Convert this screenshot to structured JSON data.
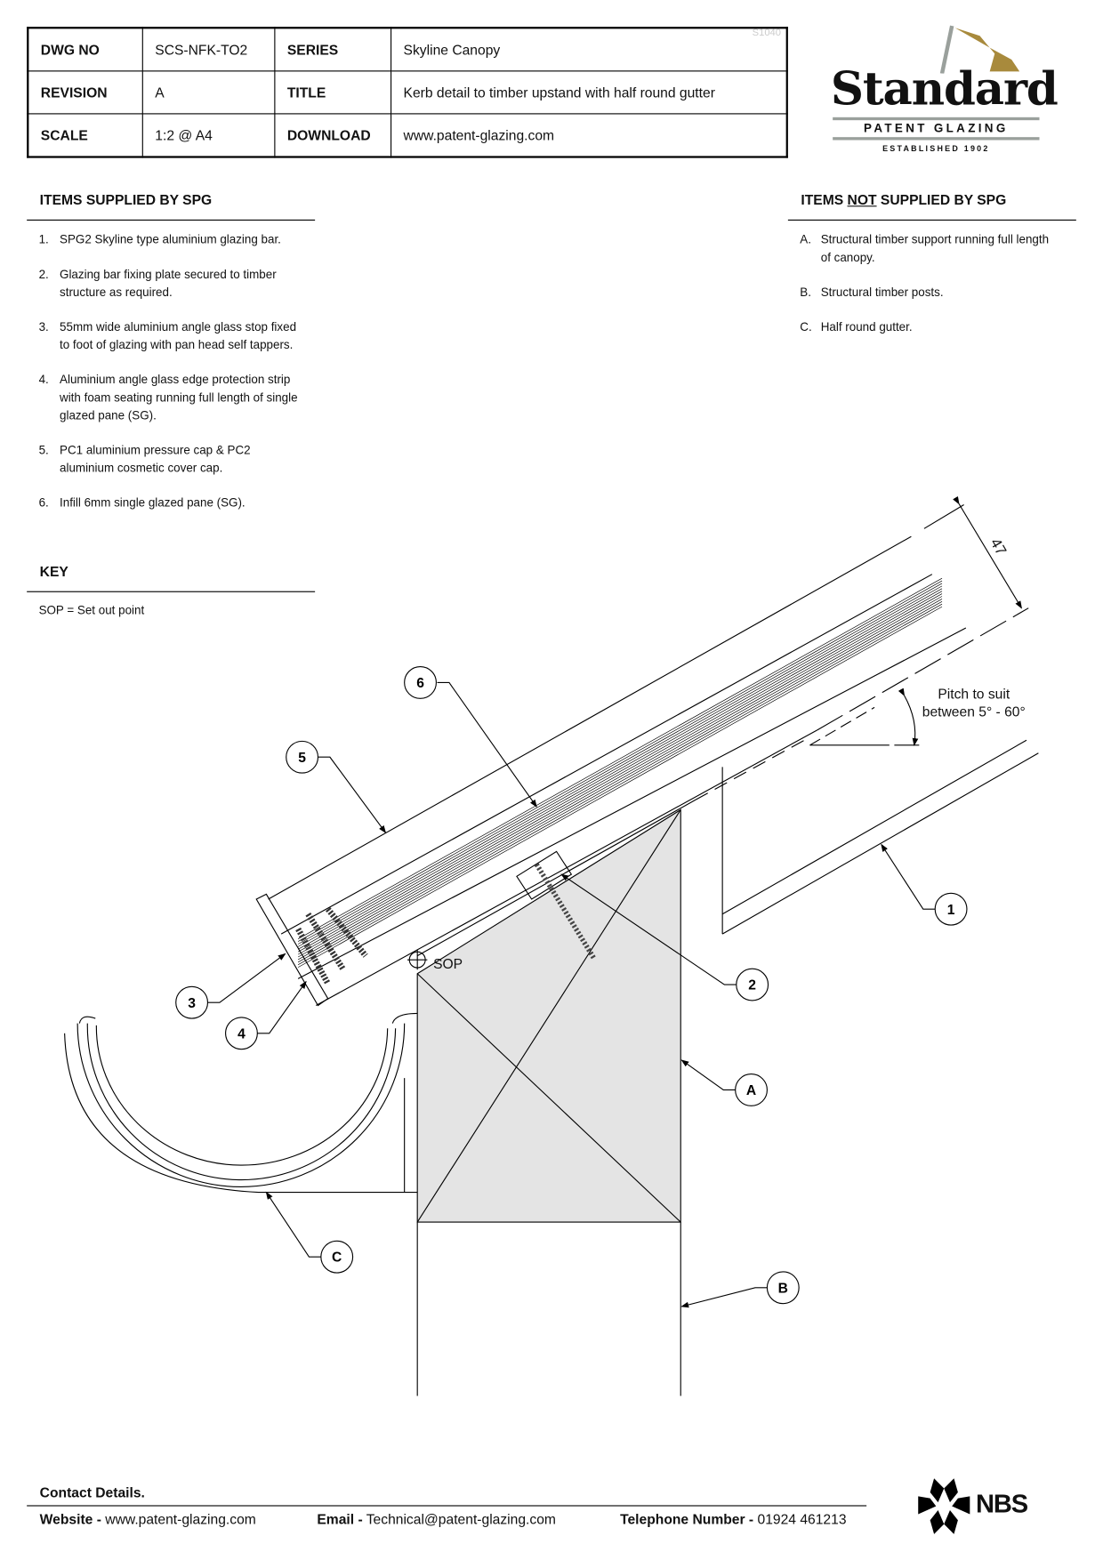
{
  "title_block": {
    "rows": [
      {
        "k1": "DWG NO",
        "v1": "SCS-NFK-TO2",
        "k2": "SERIES",
        "v2": "Skyline Canopy"
      },
      {
        "k1": "REVISION",
        "v1": "A",
        "k2": "TITLE",
        "v2": "Kerb detail to timber upstand with half round gutter"
      },
      {
        "k1": "SCALE",
        "v1": "1:2 @ A4",
        "k2": "DOWNLOAD",
        "v2": "www.patent-glazing.com"
      }
    ],
    "code": "S1040"
  },
  "logo": {
    "name": "Standard",
    "sub": "PATENT GLAZING",
    "est": "ESTABLISHED 1902",
    "gold": "#a88a3c",
    "grey": "#9aa09c"
  },
  "supplied": {
    "heading": "ITEMS SUPPLIED BY SPG",
    "items": [
      {
        "n": "1.",
        "t": "SPG2 Skyline type aluminium glazing bar."
      },
      {
        "n": "2.",
        "t": "Glazing bar fixing plate secured to timber structure as required."
      },
      {
        "n": "3.",
        "t": "55mm wide aluminium angle glass stop fixed to foot of glazing with pan head self tappers."
      },
      {
        "n": "4.",
        "t": "Aluminium angle glass edge protection strip with foam seating running full length of single glazed pane (SG)."
      },
      {
        "n": "5.",
        "t": "PC1 aluminium pressure cap & PC2 aluminium cosmetic cover cap."
      },
      {
        "n": "6.",
        "t": "Infill 6mm single glazed pane (SG)."
      }
    ]
  },
  "not_supplied": {
    "heading_pre": "ITEMS ",
    "heading_u": "NOT",
    "heading_post": " SUPPLIED BY SPG",
    "items": [
      {
        "n": "A.",
        "t": "Structural timber support running full length of canopy."
      },
      {
        "n": "B.",
        "t": "Structural timber posts."
      },
      {
        "n": "C.",
        "t": "Half round gutter."
      }
    ]
  },
  "key": {
    "heading": "KEY",
    "text": "SOP = Set out point"
  },
  "drawing": {
    "dimension": "47",
    "pitch_line1": "Pitch to suit",
    "pitch_line2": "between 5° - 60°",
    "sop": "SOP",
    "callouts": [
      "1",
      "2",
      "3",
      "4",
      "5",
      "6",
      "A",
      "B",
      "C"
    ]
  },
  "footer": {
    "heading": "Contact Details.",
    "website_label": "Website",
    "website": "www.patent-glazing.com",
    "email_label": "Email",
    "email": "Technical@patent-glazing.com",
    "phone_label": "Telephone Number",
    "phone": "01924 461213",
    "sep": "-",
    "nbs": "NBS"
  }
}
